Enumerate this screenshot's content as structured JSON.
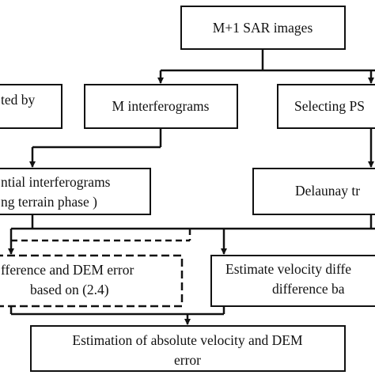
{
  "diagram": {
    "nodes": {
      "sar_images": {
        "text": "M+1 SAR images"
      },
      "simulated": {
        "text": "ted by"
      },
      "interferograms": {
        "text": "M interferograms"
      },
      "selecting_ps": {
        "text": "Selecting PS"
      },
      "differential": {
        "line1": "ntial interferograms",
        "line2": "ng terrain phase )"
      },
      "delaunay": {
        "text": "Delaunay tr"
      },
      "velocity_left": {
        "line1": "fference and DEM error",
        "line2": "based on  (2.4)"
      },
      "velocity_right": {
        "line1": "Estimate velocity diffe",
        "line2": "difference ba"
      },
      "absolute": {
        "line1": "Estimation of absolute velocity and DEM",
        "line2": "error"
      }
    }
  }
}
